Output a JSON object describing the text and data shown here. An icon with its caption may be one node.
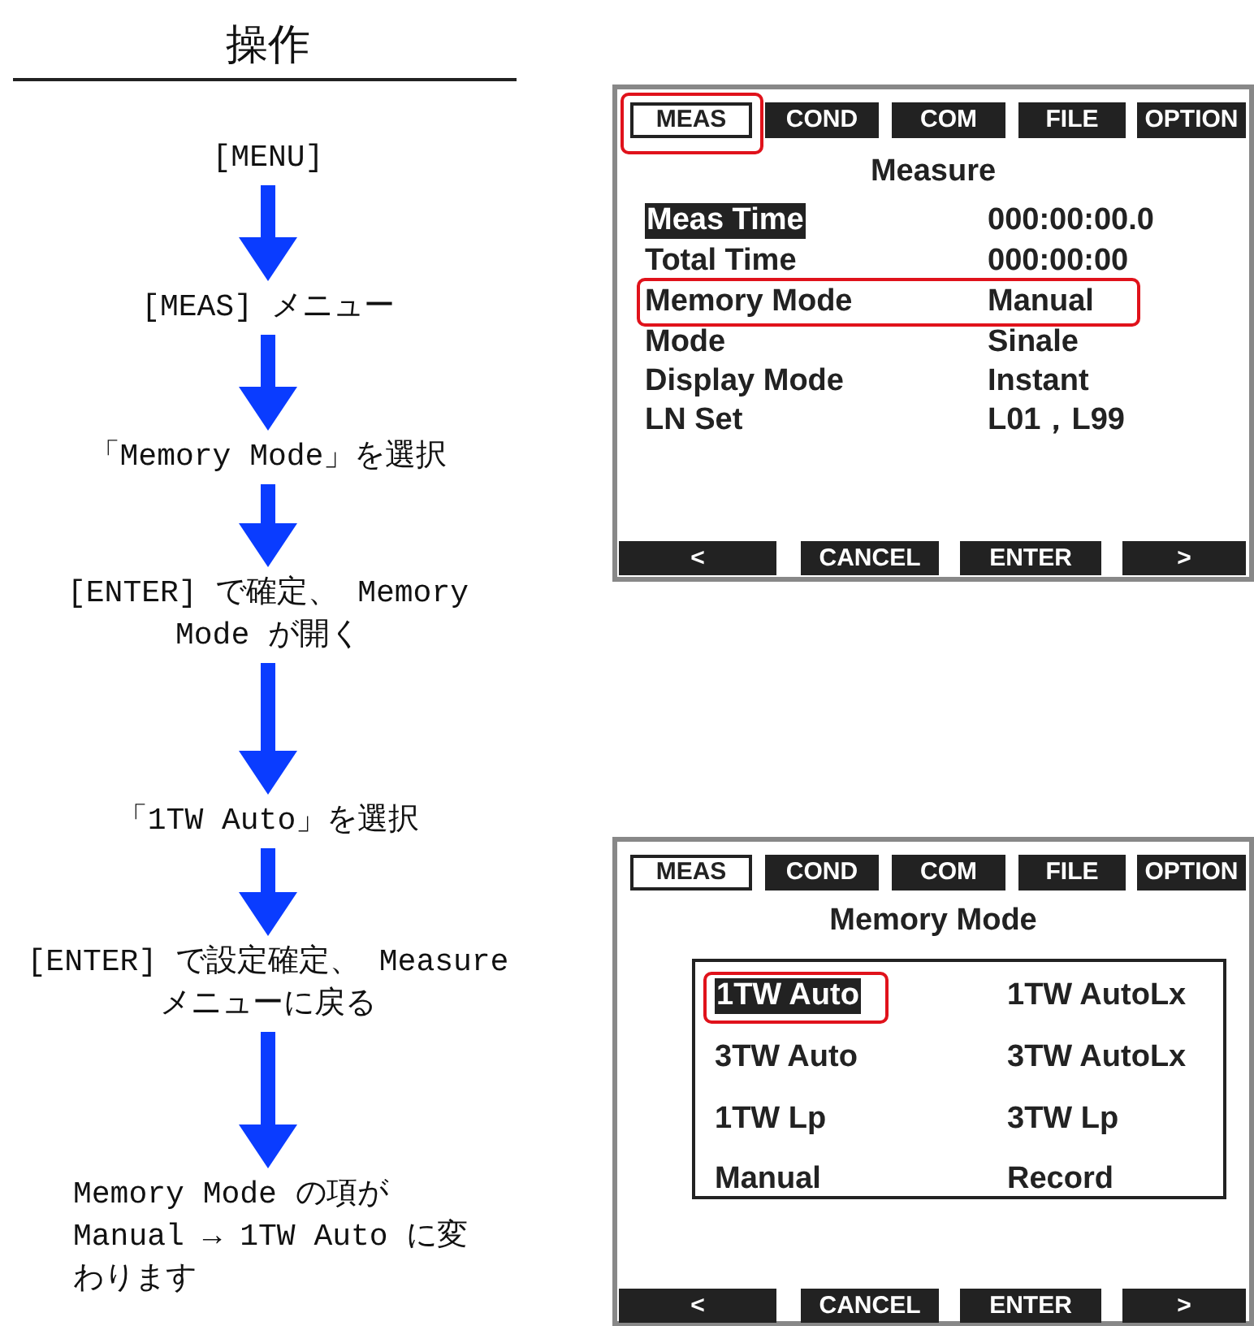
{
  "diagram": {
    "title": "操作",
    "nodes": [
      {
        "text": [
          "[MENU]"
        ]
      },
      {
        "text": [
          "[MEAS] メニュー"
        ]
      },
      {
        "text": [
          "「Memory Mode」を選択"
        ]
      },
      {
        "text": [
          "[ENTER] で確定、 Memory Mode が開く"
        ]
      },
      {
        "text": [
          "「1TW Auto」を選択"
        ]
      },
      {
        "text": [
          "[ENTER] で設定確定、 Measure メニューに戻る"
        ]
      },
      {
        "text": [
          "Memory Mode の項が Manual → 1TW Auto に変わります"
        ]
      },
      {
        "text": [
          "MEAS",
          "COND",
          "COM",
          "FILE",
          "OPTION",
          "Measure",
          "Meas Time",
          "000:00:00.0",
          "Total Time",
          "000:00:00",
          "Memory Mode",
          "Manual",
          "Mode",
          "Sinale",
          "Display Mode",
          "Instant",
          "LN Set",
          "L01，L99",
          "<",
          "CANCEL",
          "ENTER",
          ">"
        ]
      },
      {
        "text": [
          "MEAS",
          "COND",
          "COM",
          "FILE",
          "OPTION",
          "Memory Mode",
          "<",
          "CANCEL",
          "ENTER",
          ">"
        ]
      },
      {
        "text": [
          "1TW Auto",
          "1TW AutoLx",
          "3TW Auto",
          "3TW AutoLx",
          "1TW Lp",
          "3TW Lp",
          "Manual",
          "Record"
        ],
        "in": 8
      }
    ],
    "edges": [
      {
        "from": 0,
        "to": 1,
        "arrow": "to"
      },
      {
        "from": 1,
        "to": 2,
        "arrow": "to"
      },
      {
        "from": 2,
        "to": 3,
        "arrow": "to"
      },
      {
        "from": 3,
        "to": 4,
        "arrow": "to"
      },
      {
        "from": 4,
        "to": 5,
        "arrow": "to"
      },
      {
        "from": 5,
        "to": 6,
        "arrow": "to"
      }
    ]
  }
}
